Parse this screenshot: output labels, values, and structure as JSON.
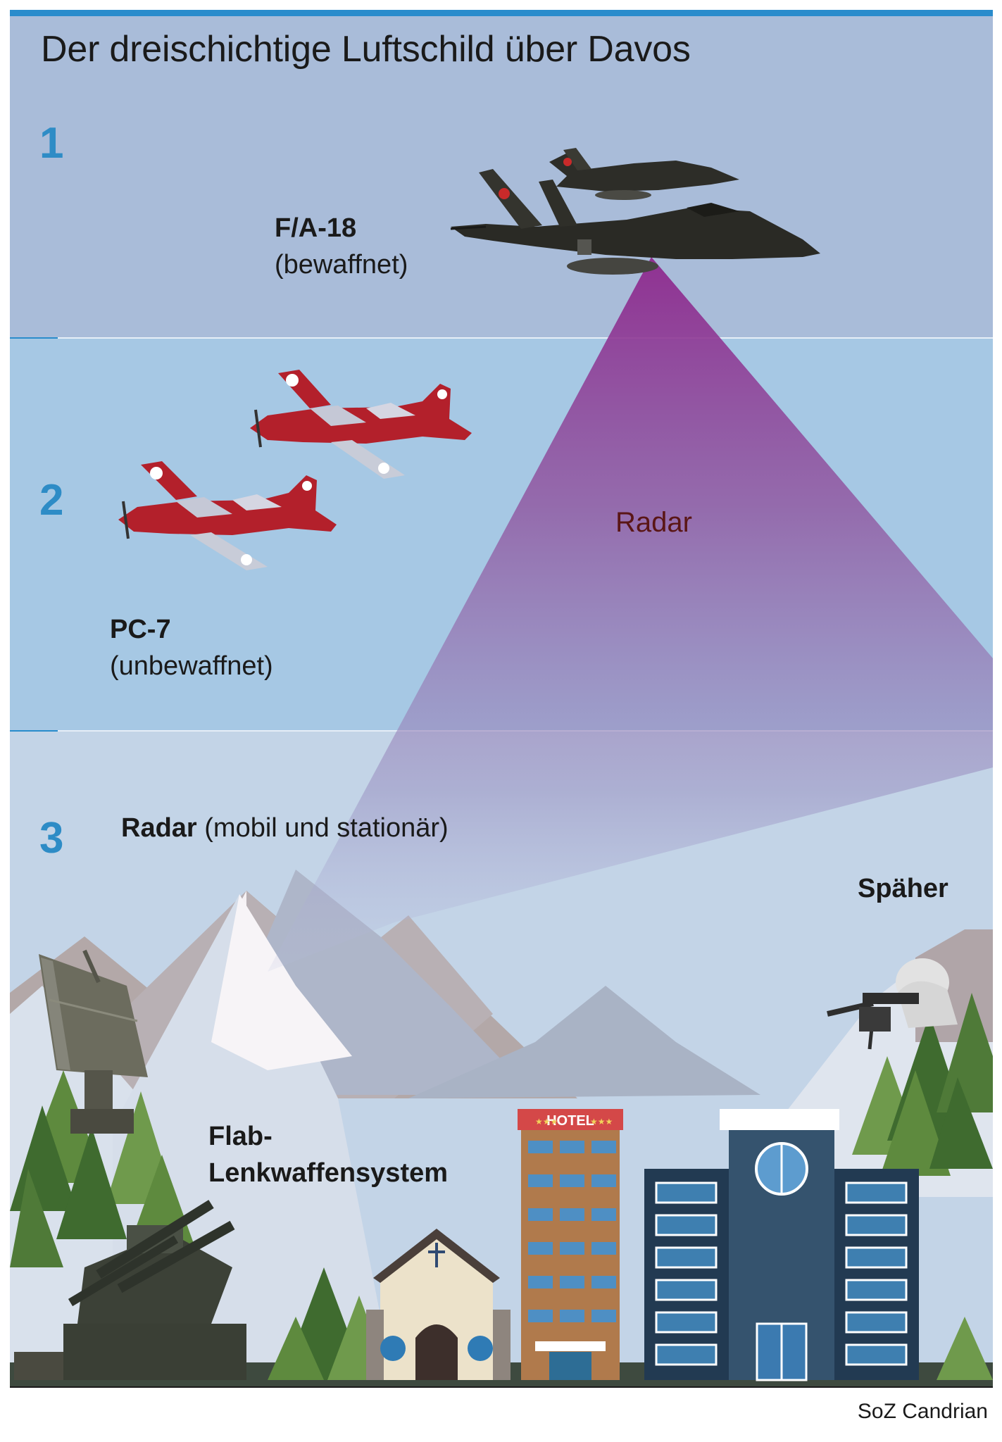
{
  "title": "Der dreischichtige Luftschild über Davos",
  "layers": [
    {
      "number": "1",
      "label_bold": "F/A-18",
      "label_normal": "(bewaffnet)"
    },
    {
      "number": "2",
      "label_bold": "PC-7",
      "label_normal": "(unbewaffnet)"
    },
    {
      "number": "3",
      "label_bold": "Radar",
      "label_normal": "(mobil und stationär)"
    }
  ],
  "radar_label": "Radar",
  "ground_labels": {
    "flab": [
      "Flab-",
      "Lenkwaffensystem"
    ],
    "spaeher": "Späher"
  },
  "hotel_sign": "HOTEL",
  "credit": "SoZ Candrian",
  "colors": {
    "accent_bar": "#2a8ccc",
    "layer1_bg": "#a9bcd9",
    "layer2_bg": "#a6c8e4",
    "layer3_bg": "#c3d4e7",
    "number_blue": "#2e8cc6",
    "radar_purple": "#8b2f8c",
    "pc7_red": "#b3202b",
    "jet_dark": "#2f2f2a",
    "tree_green": "#3f6b2f",
    "building_blue": "#35536e"
  },
  "icons": [
    "fa18-jet-icon",
    "pc7-plane-icon",
    "radar-antenna-icon",
    "flab-launcher-icon",
    "sniper-icon",
    "church-icon",
    "hotel-icon",
    "office-building-icon",
    "tree-icon",
    "mountain-icon"
  ]
}
